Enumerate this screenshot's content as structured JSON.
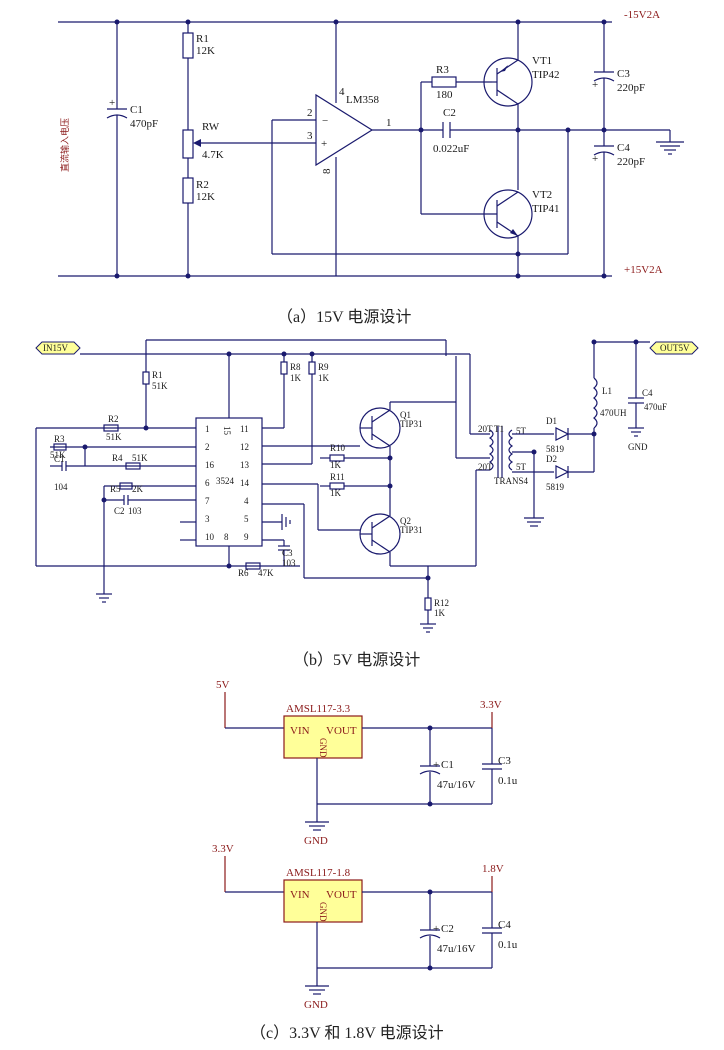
{
  "circuit_a": {
    "caption": "（a）15V 电源设计",
    "rail_top": "-15V2A",
    "rail_bottom": "+15V2A",
    "input_label": "直流输入电压",
    "c1_name": "C1",
    "c1_value": "470pF",
    "r1_name": "R1",
    "r1_value": "12K",
    "rw_name": "RW",
    "rw_value": "4.7K",
    "r2_name": "R2",
    "r2_value": "12K",
    "opamp_name": "LM358",
    "pin2": "2",
    "pin3": "3",
    "pin4": "4",
    "pin8": "8",
    "pin1": "1",
    "r3_name": "R3",
    "r3_value": "180",
    "c2_name": "C2",
    "c2_value": "0.022uF",
    "vt1_name": "VT1",
    "vt1_value": "TIP42",
    "vt2_name": "VT2",
    "vt2_value": "TIP41",
    "c3_name": "C3",
    "c3_value": "220pF",
    "c4_name": "C4",
    "c4_value": "220pF",
    "plus": "+"
  },
  "circuit_b": {
    "caption": "（b）5V 电源设计",
    "in_port": "IN15V",
    "out_port": "OUT5V",
    "ic_name": "3524",
    "pins": [
      "1",
      "2",
      "16",
      "6",
      "7",
      "3",
      "10",
      "15",
      "11",
      "12",
      "13",
      "14",
      "4",
      "5",
      "9",
      "8"
    ],
    "r1": "R1",
    "r1v": "51K",
    "r2": "R2",
    "r2v": "51K",
    "r3": "R3",
    "r3v": "51K",
    "c1": "C1",
    "c1v": "104",
    "r4": "R4",
    "r4v": "51K",
    "r5": "R5",
    "r5v": "2K",
    "c2": "C2",
    "c2v": "103",
    "r6": "R6",
    "r6v": "47K",
    "c3": "C3",
    "c3v": "103",
    "r8": "R8",
    "r8v": "1K",
    "r9": "R9",
    "r9v": "1K",
    "r10": "R10",
    "r10v": "1K",
    "r11": "R11",
    "r11v": "1K",
    "r12": "R12",
    "r12v": "1K",
    "q1": "Q1",
    "q1v": "TIP31",
    "q2": "Q2",
    "q2v": "TIP31",
    "t1_a": "20T",
    "t1_name": "T1",
    "t1_b": "20T",
    "t1_c": "5T",
    "t1_d": "5T",
    "t1_type": "TRANS4",
    "d1": "D1",
    "d1v": "5819",
    "d2": "D2",
    "d2v": "5819",
    "l1": "L1",
    "l1v": "470UH",
    "c4": "C4",
    "c4v": "470uF",
    "gnd": "GND"
  },
  "circuit_c": {
    "caption": "（c）3.3V 和 1.8V 电源设计",
    "top": {
      "in_label": "5V",
      "chip": "AMSL117-3.3",
      "vin": "VIN",
      "vout": "VOUT",
      "gnd_pin": "GND",
      "out_label": "3.3V",
      "cap1": "C1",
      "cap1v": "47u/16V",
      "cap2": "C3",
      "cap2v": "0.1u",
      "gnd": "GND"
    },
    "bottom": {
      "in_label": "3.3V",
      "chip": "AMSL117-1.8",
      "vin": "VIN",
      "vout": "VOUT",
      "gnd_pin": "GND",
      "out_label": "1.8V",
      "cap1": "C2",
      "cap1v": "47u/16V",
      "cap2": "C4",
      "cap2v": "0.1u",
      "gnd": "GND"
    }
  }
}
